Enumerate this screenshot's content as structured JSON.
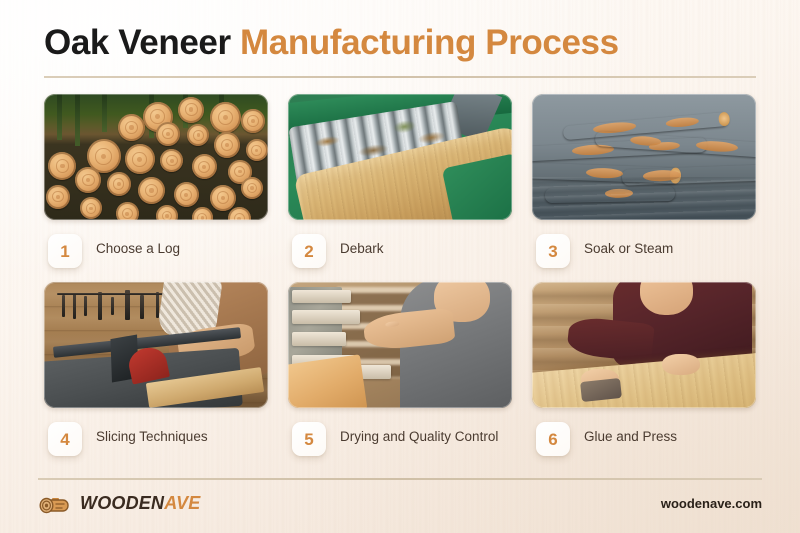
{
  "header": {
    "title_dark": "Oak Veneer",
    "title_accent": "Manufacturing Process"
  },
  "colors": {
    "accent": "#d4883f",
    "title_dark": "#1a1a1a",
    "label": "#4a3b30",
    "rule": "#cfbfa6",
    "background": "#fdf7f1"
  },
  "steps": [
    {
      "number": "1",
      "label": "Choose a Log",
      "image_alt": "stack-of-cut-logs"
    },
    {
      "number": "2",
      "label": "Debark",
      "image_alt": "green-debarking-machine"
    },
    {
      "number": "3",
      "label": "Soak or Steam",
      "image_alt": "logs-floating-in-water"
    },
    {
      "number": "4",
      "label": "Slicing Techniques",
      "image_alt": "worker-at-table-saw"
    },
    {
      "number": "5",
      "label": "Drying and Quality Control",
      "image_alt": "worker-inspecting-drying-rack"
    },
    {
      "number": "6",
      "label": "Glue and Press",
      "image_alt": "worker-pressing-veneer-panel"
    }
  ],
  "footer": {
    "brand_primary": "WOODEN",
    "brand_accent": "AVE",
    "logo_icon": "log-icon",
    "website": "woodenave.com"
  }
}
